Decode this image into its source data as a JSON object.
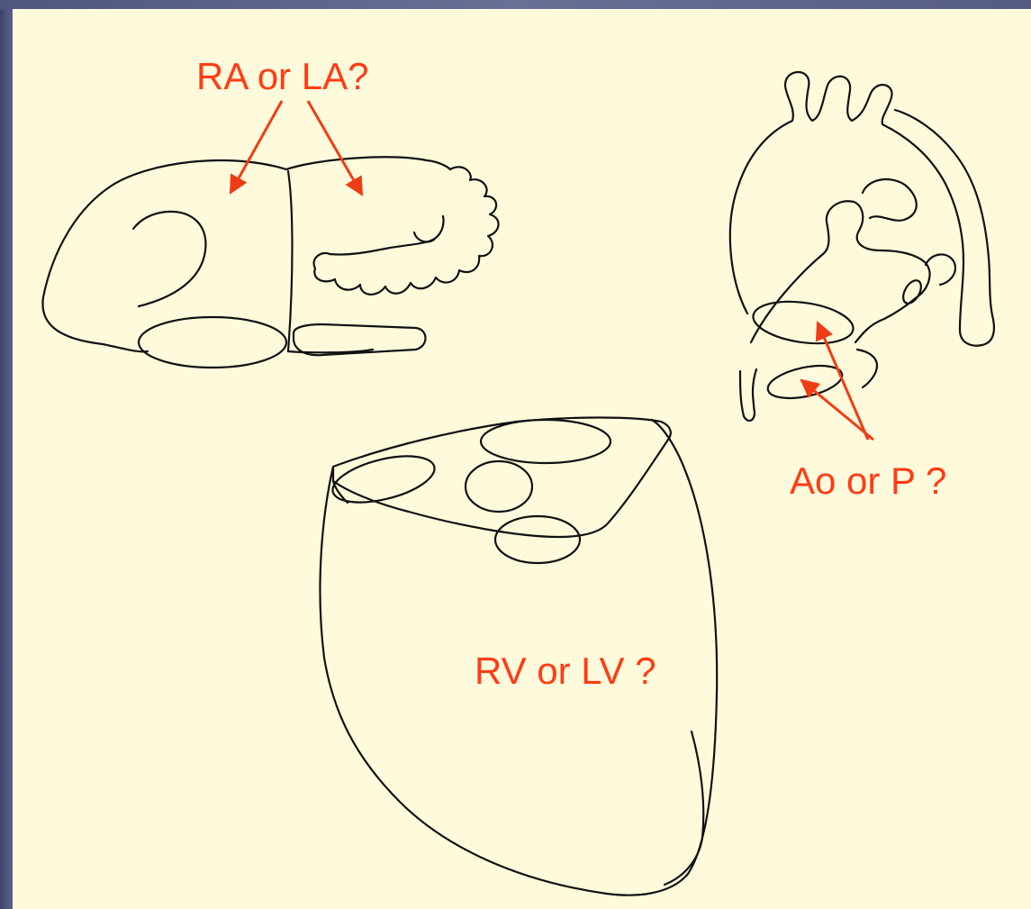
{
  "labels": {
    "atria": "RA or LA?",
    "great_vessels": "Ao or P ?",
    "ventricle": "RV or LV ?"
  },
  "colors": {
    "background": "#fffadc",
    "frame": "#5a5f88",
    "label": "#ff3c14",
    "arrow": "#f03c14",
    "line": "#111111"
  },
  "icons": {
    "atria_drawing": "atria-line-drawing",
    "vessels_drawing": "great-arteries-line-drawing",
    "ventricle_drawing": "ventricle-line-drawing"
  }
}
